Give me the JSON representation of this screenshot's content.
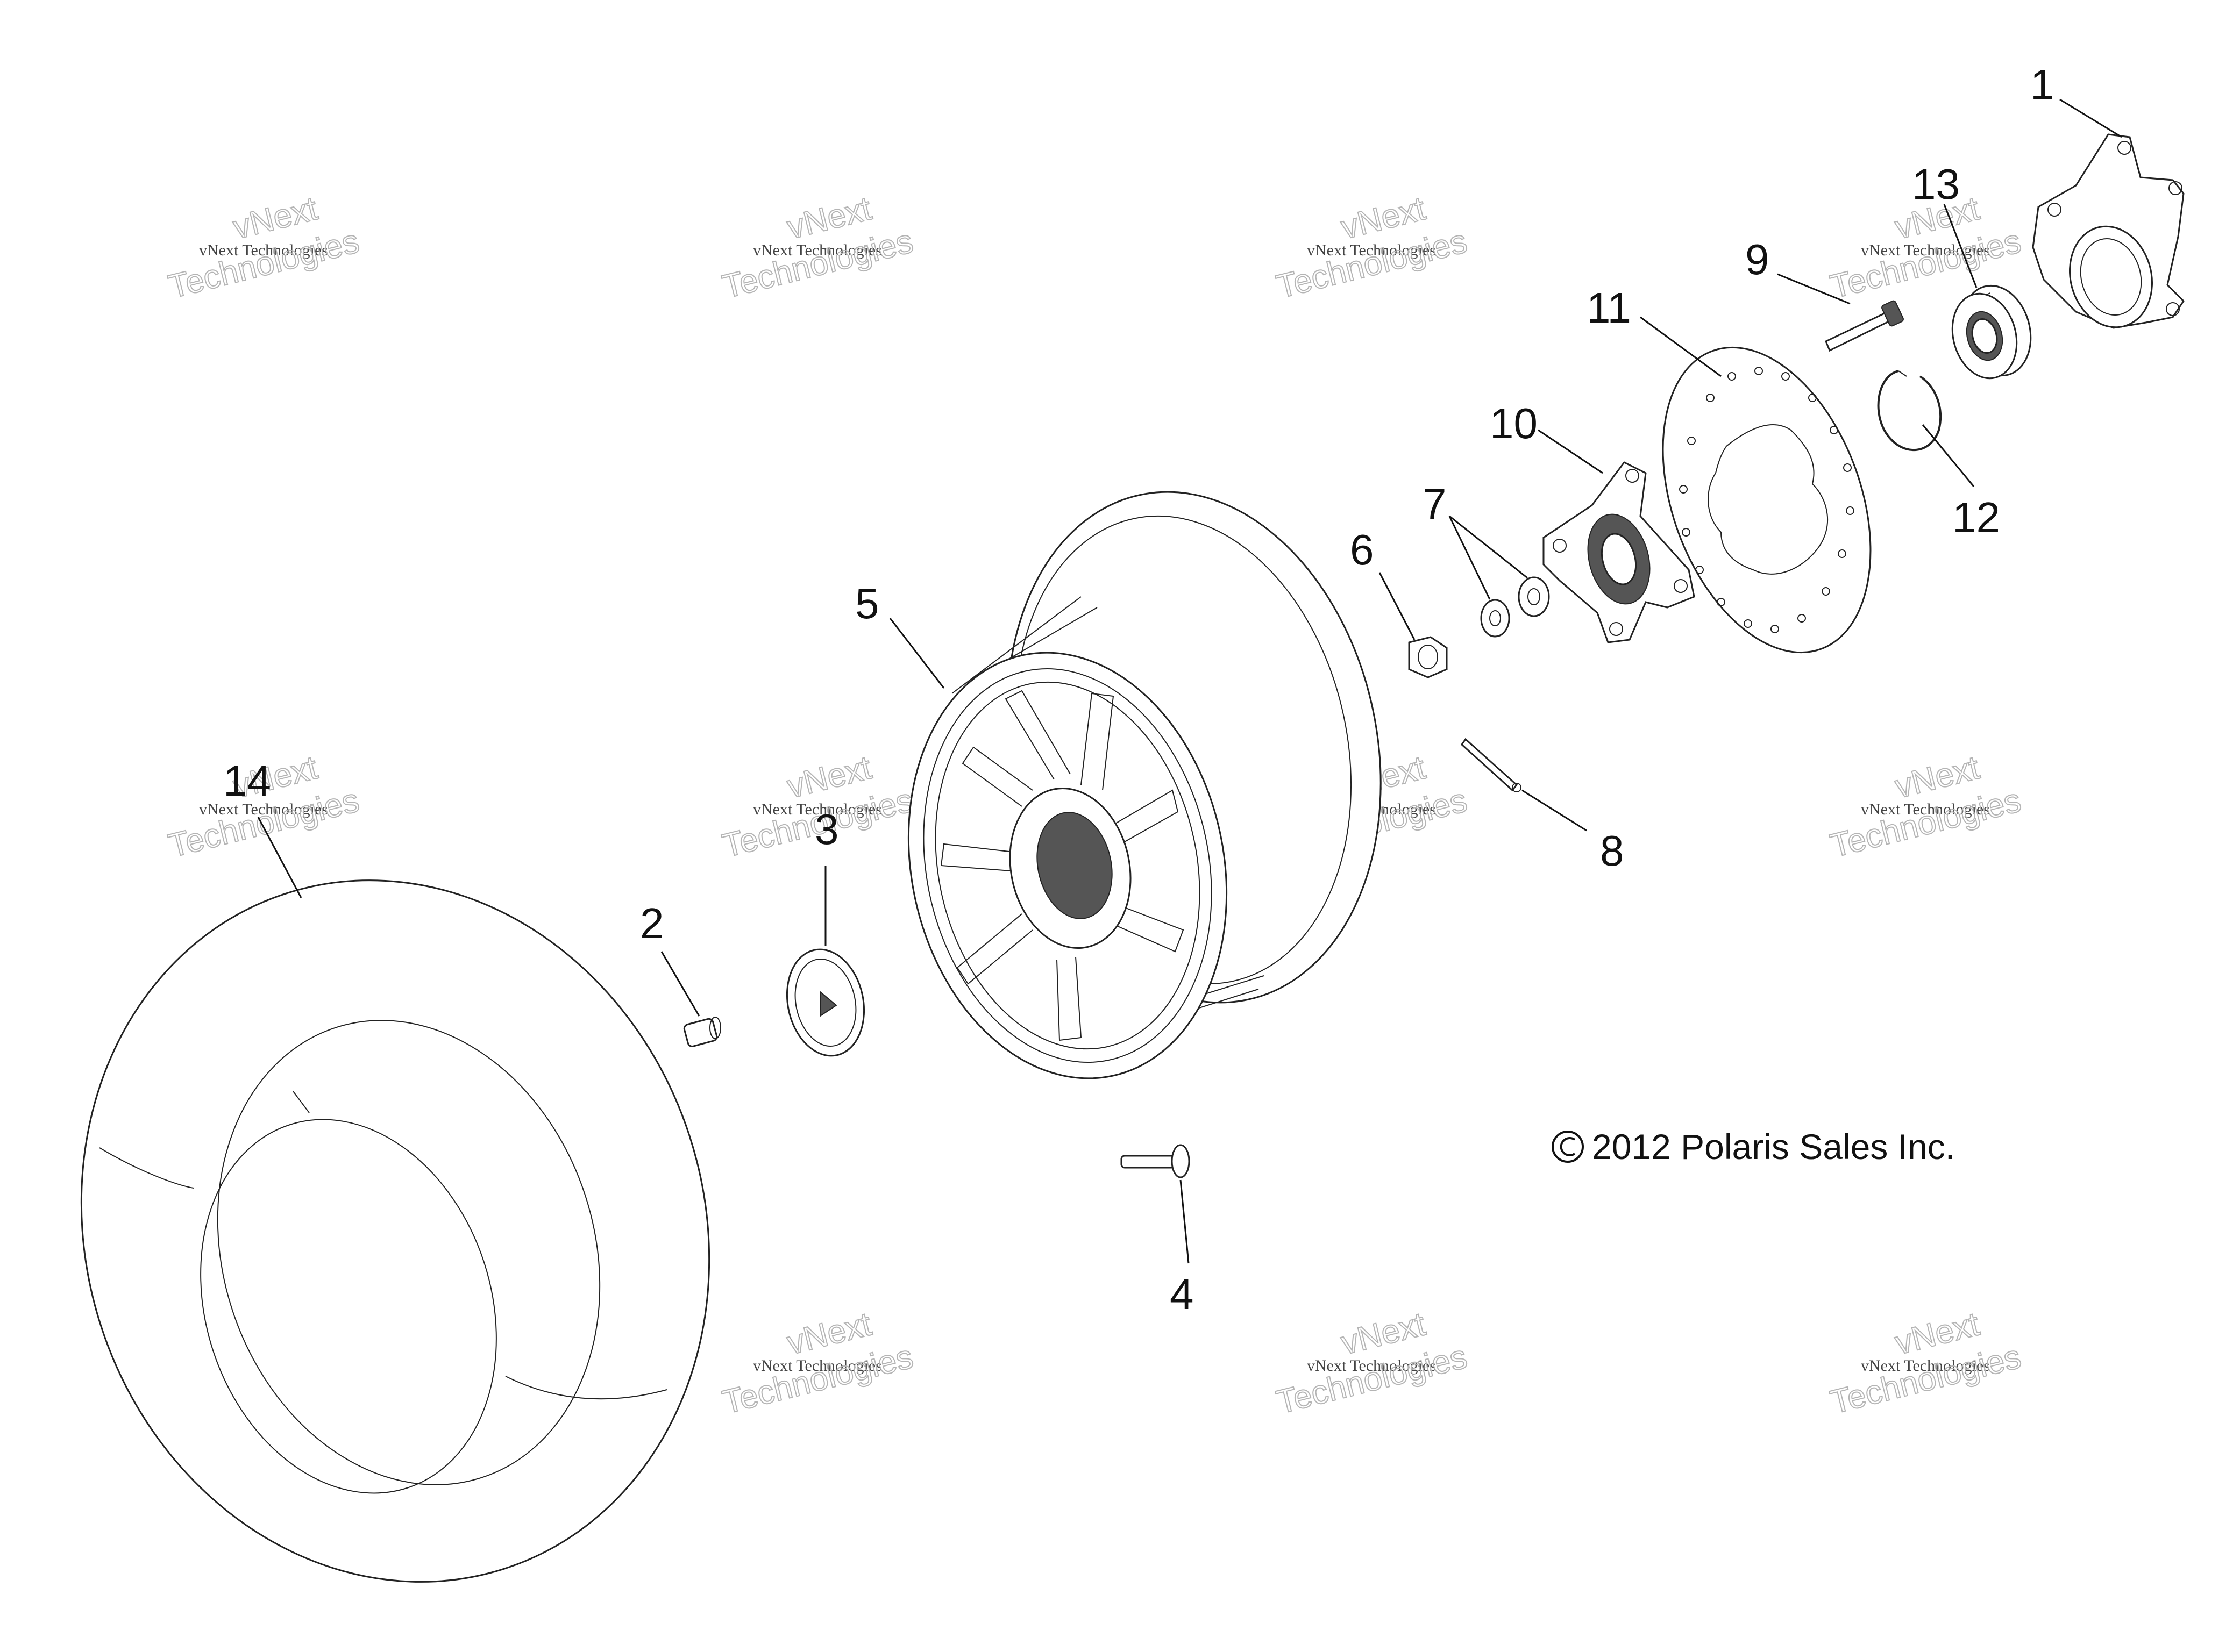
{
  "callouts": {
    "c1": "1",
    "c2": "2",
    "c3": "3",
    "c4": "4",
    "c5": "5",
    "c6": "6",
    "c7": "7",
    "c8": "8",
    "c9": "9",
    "c10": "10",
    "c11": "11",
    "c12": "12",
    "c13": "13",
    "c14": "14"
  },
  "copyright": "2012 Polaris Sales Inc.",
  "watermark": {
    "line_small": "vNext Technologies",
    "word_next": "vNext",
    "word_tech": "Technologies"
  }
}
